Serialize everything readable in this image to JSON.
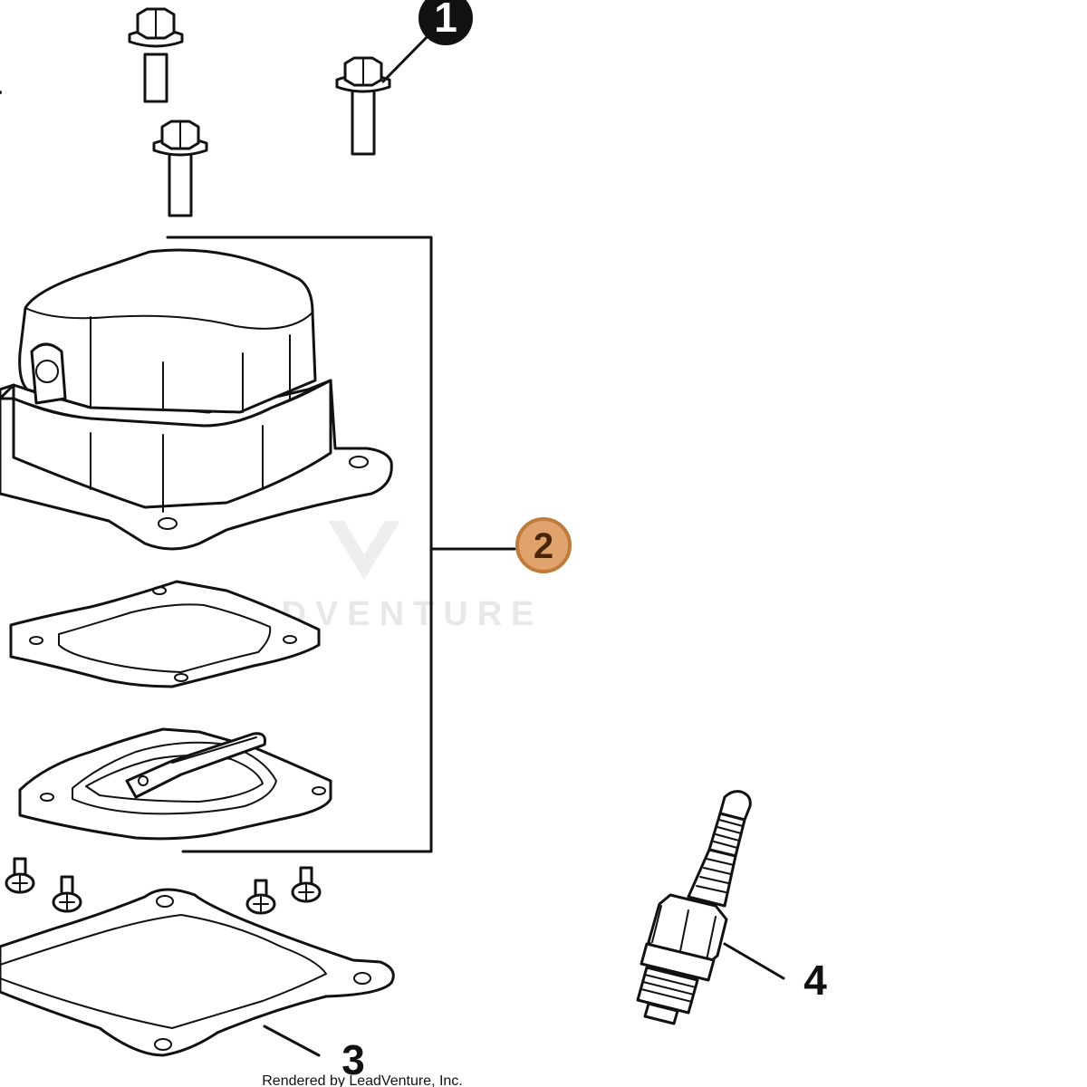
{
  "callouts": [
    {
      "id": 1,
      "label": "1",
      "style": "filled"
    },
    {
      "id": 2,
      "label": "2",
      "style": "highlighted"
    },
    {
      "id": 3,
      "label": "3",
      "style": "plain"
    },
    {
      "id": 4,
      "label": "4",
      "style": "plain"
    }
  ],
  "watermark": {
    "text": "LEADVENTURE",
    "color": "#e8e8e8"
  },
  "footer": {
    "text": "Rendered by LeadVenture, Inc."
  },
  "colors": {
    "line": "#111111",
    "badge_fill": "#e0a36e",
    "badge_stroke": "#c07a3a",
    "badge_text": "#4a2608"
  }
}
